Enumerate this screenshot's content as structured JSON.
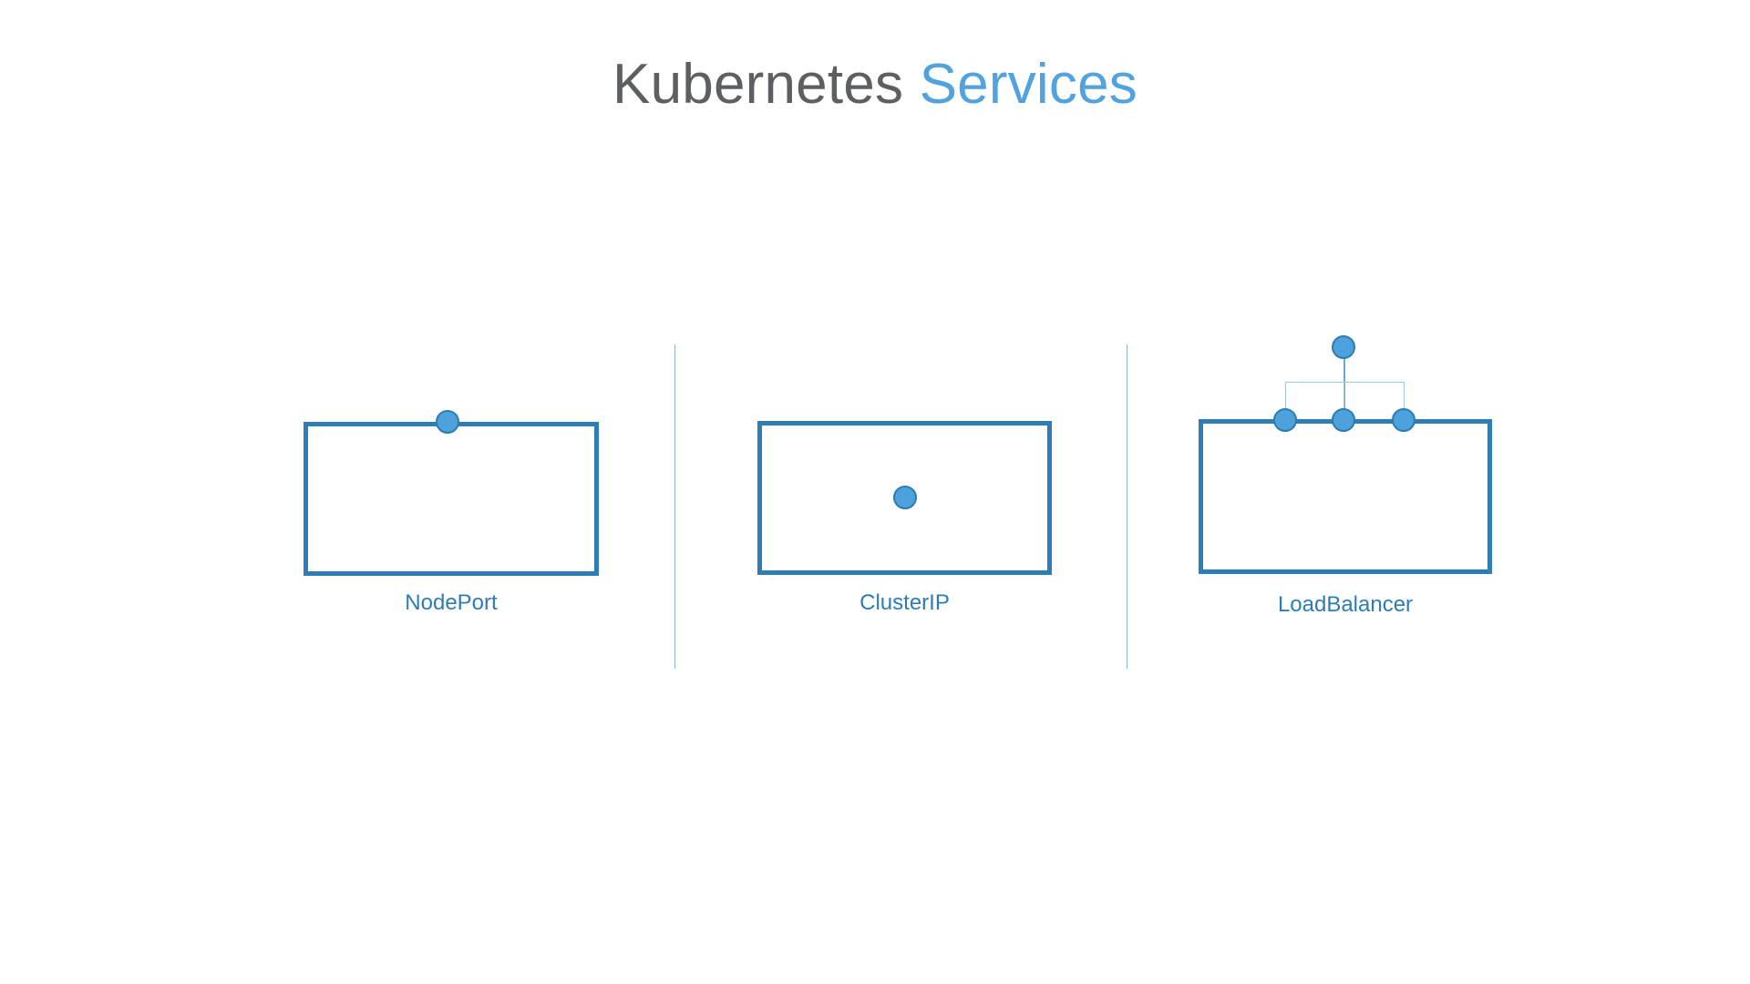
{
  "title": {
    "main": "Kubernetes",
    "accent": "Services",
    "full": "Kubernetes Services"
  },
  "colors": {
    "title_main": "#5d6063",
    "title_accent": "#52a3dd",
    "box_border": "#2e7eb5",
    "node_fill": "#4da2dd",
    "node_stroke": "#2b7cb0",
    "label": "#2f7cb4",
    "divider": "#8fb4c9",
    "connector": "#9dc8e6",
    "background": "#ffffff"
  },
  "panels": [
    {
      "id": "nodeport",
      "label": "NodePort",
      "node_count": 1,
      "node_placement": "on-top-edge-center",
      "has_connector_tree": false
    },
    {
      "id": "clusterip",
      "label": "ClusterIP",
      "node_count": 1,
      "node_placement": "inside-center",
      "has_connector_tree": false
    },
    {
      "id": "loadbalancer",
      "label": "LoadBalancer",
      "node_count": 4,
      "node_placement": "three-on-top-edge-plus-one-above",
      "has_connector_tree": true
    }
  ],
  "dividers": 2
}
